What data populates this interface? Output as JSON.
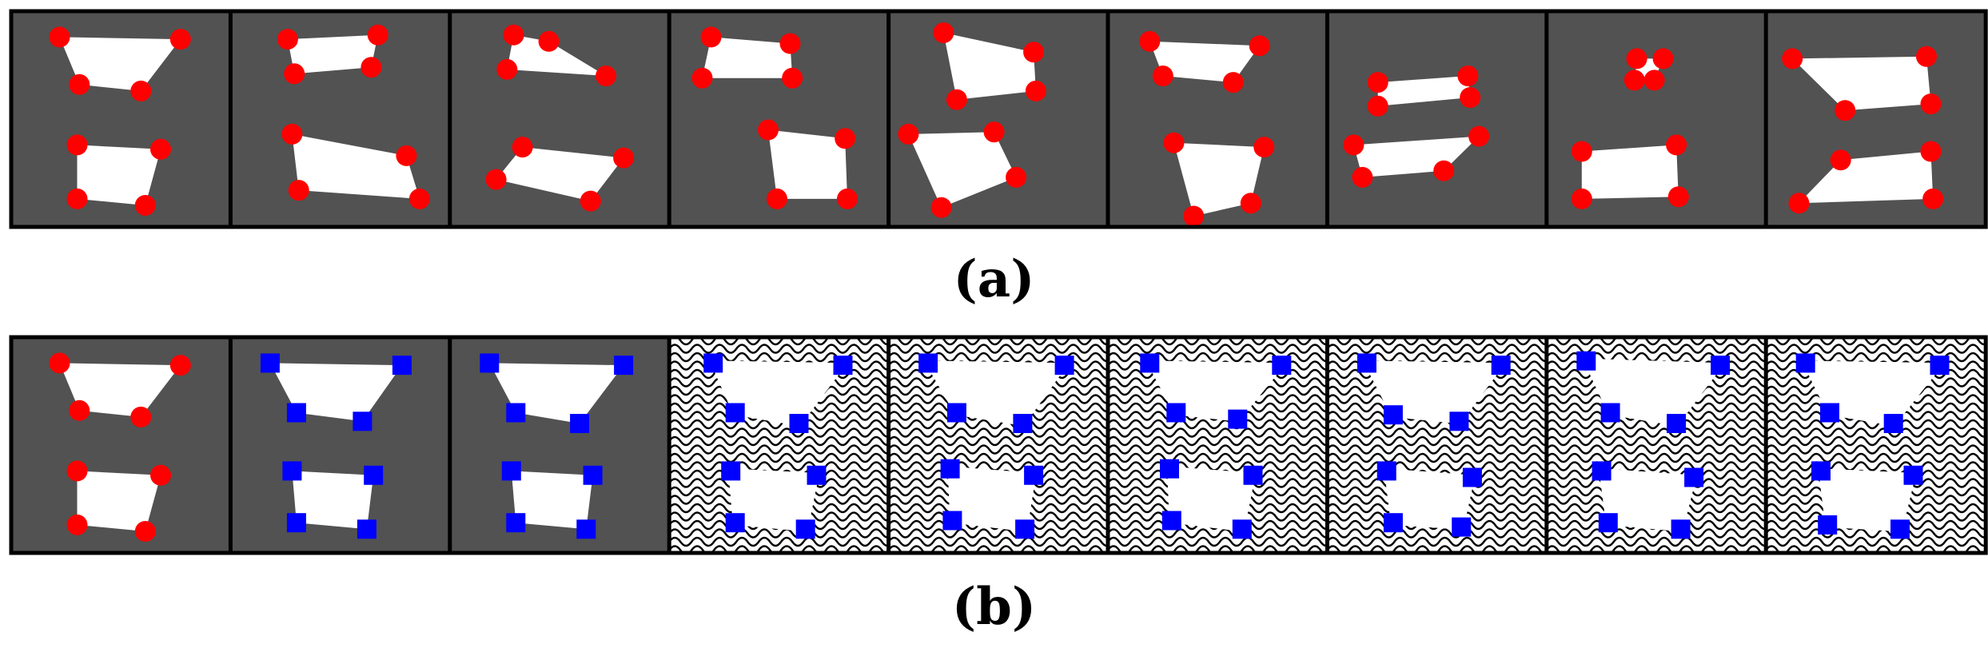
{
  "captions": {
    "a": "(a)",
    "b": "(b)"
  },
  "colors": {
    "panel_bg": "#525252",
    "panel_border": "#000000",
    "shape_fill": "#ffffff",
    "marker_a": "#ff0000",
    "marker_b": "#0000ff",
    "wave_stroke": "#000000"
  },
  "panel_styles": {
    "row_a": [
      "solid",
      "solid",
      "solid",
      "solid",
      "solid",
      "solid",
      "solid",
      "solid",
      "solid"
    ],
    "row_b": [
      "solid",
      "solid",
      "solid",
      "wavy",
      "wavy",
      "wavy",
      "wavy",
      "wavy",
      "wavy"
    ]
  },
  "marker_kinds": {
    "row_a": [
      "circle",
      "circle",
      "circle",
      "circle",
      "circle",
      "circle",
      "circle",
      "circle",
      "circle"
    ],
    "row_b": [
      "circle",
      "square",
      "square",
      "square",
      "square",
      "square",
      "square",
      "square",
      "square"
    ]
  },
  "shapes_a": [
    [
      [
        [
          0.22,
          0.12
        ],
        [
          0.77,
          0.13
        ],
        [
          0.59,
          0.37
        ],
        [
          0.31,
          0.34
        ]
      ],
      [
        [
          0.3,
          0.62
        ],
        [
          0.68,
          0.64
        ],
        [
          0.61,
          0.9
        ],
        [
          0.3,
          0.87
        ]
      ]
    ],
    [
      [
        [
          0.26,
          0.13
        ],
        [
          0.67,
          0.11
        ],
        [
          0.64,
          0.26
        ],
        [
          0.29,
          0.29
        ]
      ],
      [
        [
          0.28,
          0.57
        ],
        [
          0.8,
          0.67
        ],
        [
          0.86,
          0.87
        ],
        [
          0.31,
          0.83
        ]
      ]
    ],
    [
      [
        [
          0.29,
          0.11
        ],
        [
          0.45,
          0.14
        ],
        [
          0.71,
          0.3
        ],
        [
          0.26,
          0.27
        ]
      ],
      [
        [
          0.33,
          0.63
        ],
        [
          0.79,
          0.68
        ],
        [
          0.64,
          0.88
        ],
        [
          0.21,
          0.78
        ]
      ]
    ],
    [
      [
        [
          0.19,
          0.12
        ],
        [
          0.55,
          0.15
        ],
        [
          0.56,
          0.31
        ],
        [
          0.15,
          0.31
        ]
      ],
      [
        [
          0.45,
          0.55
        ],
        [
          0.8,
          0.59
        ],
        [
          0.81,
          0.87
        ],
        [
          0.49,
          0.87
        ]
      ]
    ],
    [
      [
        [
          0.25,
          0.1
        ],
        [
          0.66,
          0.19
        ],
        [
          0.67,
          0.37
        ],
        [
          0.31,
          0.41
        ]
      ],
      [
        [
          0.09,
          0.57
        ],
        [
          0.48,
          0.56
        ],
        [
          0.58,
          0.77
        ],
        [
          0.24,
          0.91
        ]
      ]
    ],
    [
      [
        [
          0.19,
          0.14
        ],
        [
          0.69,
          0.16
        ],
        [
          0.57,
          0.33
        ],
        [
          0.25,
          0.3
        ]
      ],
      [
        [
          0.3,
          0.61
        ],
        [
          0.71,
          0.63
        ],
        [
          0.65,
          0.89
        ],
        [
          0.39,
          0.95
        ]
      ]
    ],
    [
      [
        [
          0.23,
          0.33
        ],
        [
          0.64,
          0.3
        ],
        [
          0.65,
          0.4
        ],
        [
          0.23,
          0.44
        ]
      ],
      [
        [
          0.12,
          0.62
        ],
        [
          0.69,
          0.58
        ],
        [
          0.53,
          0.74
        ],
        [
          0.16,
          0.77
        ]
      ]
    ],
    [
      [
        [
          0.41,
          0.22
        ],
        [
          0.53,
          0.22
        ],
        [
          0.49,
          0.32
        ],
        [
          0.4,
          0.32
        ]
      ],
      [
        [
          0.16,
          0.65
        ],
        [
          0.59,
          0.62
        ],
        [
          0.6,
          0.86
        ],
        [
          0.16,
          0.87
        ]
      ]
    ],
    [
      [
        [
          0.12,
          0.22
        ],
        [
          0.73,
          0.21
        ],
        [
          0.75,
          0.43
        ],
        [
          0.36,
          0.46
        ]
      ],
      [
        [
          0.34,
          0.69
        ],
        [
          0.75,
          0.65
        ],
        [
          0.76,
          0.87
        ],
        [
          0.15,
          0.89
        ]
      ]
    ]
  ],
  "shapes_b": [
    [
      [
        [
          0.22,
          0.12
        ],
        [
          0.77,
          0.13
        ],
        [
          0.59,
          0.37
        ],
        [
          0.31,
          0.34
        ]
      ],
      [
        [
          0.3,
          0.62
        ],
        [
          0.68,
          0.64
        ],
        [
          0.61,
          0.9
        ],
        [
          0.3,
          0.87
        ]
      ]
    ],
    [
      [
        [
          0.18,
          0.12
        ],
        [
          0.78,
          0.13
        ],
        [
          0.6,
          0.39
        ],
        [
          0.3,
          0.35
        ]
      ],
      [
        [
          0.28,
          0.62
        ],
        [
          0.65,
          0.64
        ],
        [
          0.62,
          0.89
        ],
        [
          0.3,
          0.86
        ]
      ]
    ],
    [
      [
        [
          0.18,
          0.12
        ],
        [
          0.79,
          0.13
        ],
        [
          0.59,
          0.4
        ],
        [
          0.3,
          0.35
        ]
      ],
      [
        [
          0.28,
          0.62
        ],
        [
          0.65,
          0.64
        ],
        [
          0.62,
          0.89
        ],
        [
          0.3,
          0.86
        ]
      ]
    ],
    [
      [
        [
          0.2,
          0.12
        ],
        [
          0.79,
          0.13
        ],
        [
          0.59,
          0.4
        ],
        [
          0.3,
          0.35
        ]
      ],
      [
        [
          0.28,
          0.62
        ],
        [
          0.67,
          0.64
        ],
        [
          0.62,
          0.89
        ],
        [
          0.3,
          0.86
        ]
      ]
    ],
    [
      [
        [
          0.18,
          0.12
        ],
        [
          0.8,
          0.13
        ],
        [
          0.61,
          0.4
        ],
        [
          0.31,
          0.35
        ]
      ],
      [
        [
          0.28,
          0.61
        ],
        [
          0.66,
          0.64
        ],
        [
          0.62,
          0.89
        ],
        [
          0.29,
          0.85
        ]
      ]
    ],
    [
      [
        [
          0.19,
          0.12
        ],
        [
          0.79,
          0.13
        ],
        [
          0.59,
          0.38
        ],
        [
          0.31,
          0.35
        ]
      ],
      [
        [
          0.28,
          0.61
        ],
        [
          0.66,
          0.64
        ],
        [
          0.61,
          0.89
        ],
        [
          0.29,
          0.85
        ]
      ]
    ],
    [
      [
        [
          0.18,
          0.12
        ],
        [
          0.79,
          0.13
        ],
        [
          0.6,
          0.39
        ],
        [
          0.3,
          0.36
        ]
      ],
      [
        [
          0.27,
          0.62
        ],
        [
          0.66,
          0.65
        ],
        [
          0.61,
          0.88
        ],
        [
          0.3,
          0.86
        ]
      ]
    ],
    [
      [
        [
          0.18,
          0.11
        ],
        [
          0.79,
          0.13
        ],
        [
          0.59,
          0.4
        ],
        [
          0.29,
          0.35
        ]
      ],
      [
        [
          0.25,
          0.62
        ],
        [
          0.67,
          0.65
        ],
        [
          0.61,
          0.89
        ],
        [
          0.28,
          0.86
        ]
      ]
    ],
    [
      [
        [
          0.18,
          0.12
        ],
        [
          0.79,
          0.13
        ],
        [
          0.58,
          0.4
        ],
        [
          0.29,
          0.35
        ]
      ],
      [
        [
          0.25,
          0.62
        ],
        [
          0.67,
          0.64
        ],
        [
          0.61,
          0.89
        ],
        [
          0.28,
          0.87
        ]
      ]
    ]
  ]
}
